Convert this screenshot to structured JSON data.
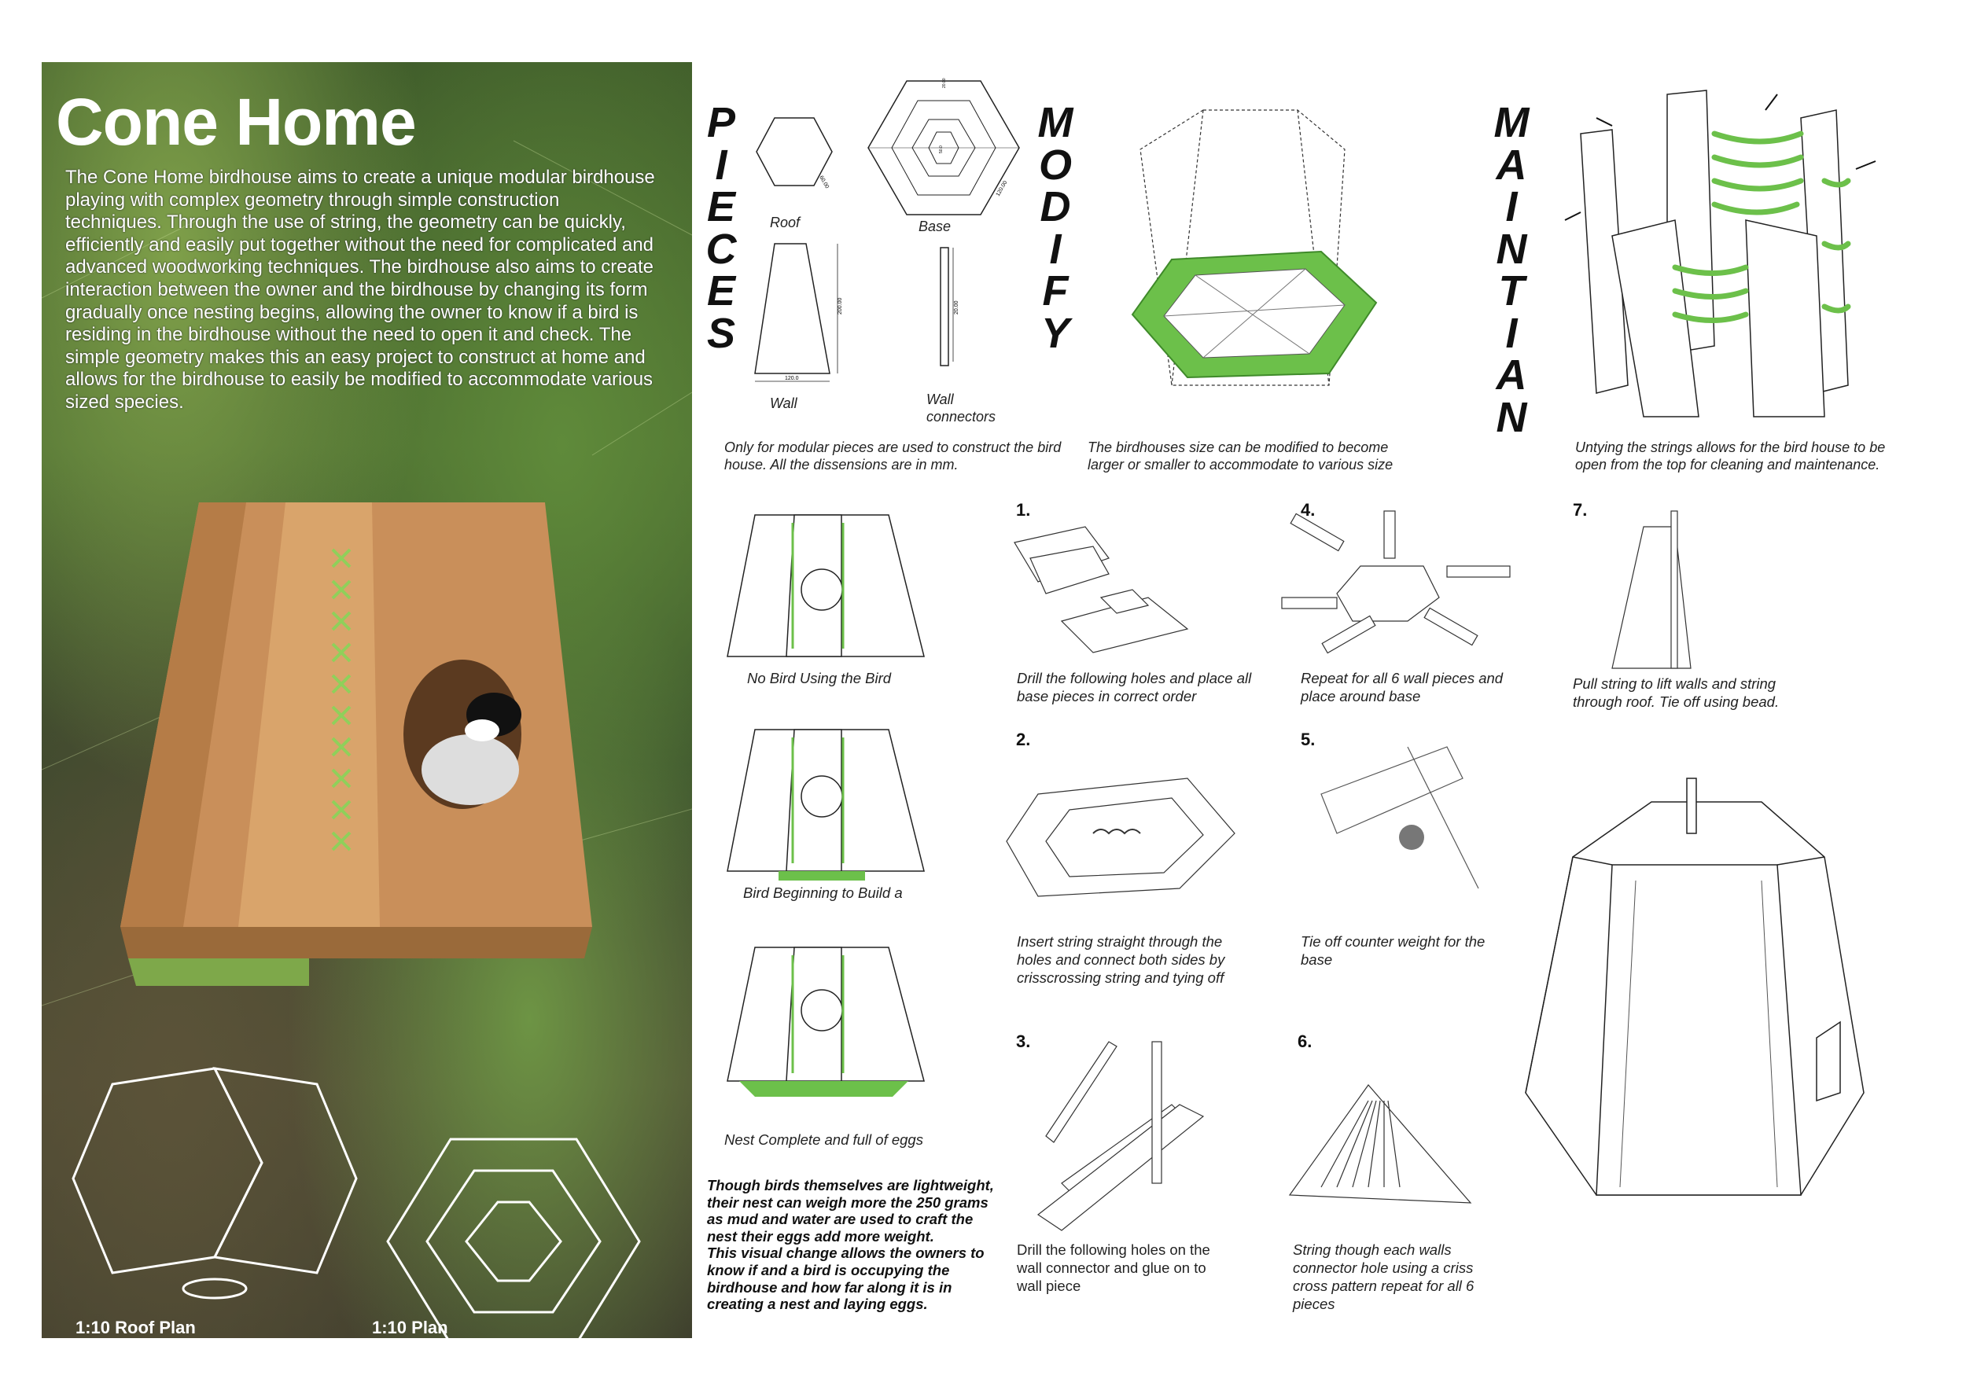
{
  "title": "Cone Home",
  "intro": "The Cone Home birdhouse aims to create a unique modular birdhouse playing with complex geometry through simple construction techniques. Through the use of string, the geometry can be quickly, efficiently and easily put together without the need for complicated and advanced woodworking techniques. The birdhouse also aims to create interaction between the owner and the birdhouse by changing its form gradually once nesting begins, allowing the owner to know if a bird is residing in the birdhouse without the need to open it and check. The simple geometry makes this an easy project to construct at home and allows for the birdhouse to easily be modified to accommodate various sized species.",
  "plans": {
    "roof_plan": "1:10 Roof Plan",
    "plan": "1:10 Plan"
  },
  "sections": {
    "pieces": {
      "letters": [
        "P",
        "I",
        "E",
        "C",
        "E",
        "S"
      ],
      "caption": "Only for modular pieces are used to construct the bird house. All the dissensions are in mm."
    },
    "modify": {
      "letters": [
        "M",
        "O",
        "D",
        "I",
        "F",
        "Y"
      ],
      "caption": "The birdhouses size can be modified to become larger or smaller to accommodate to various size"
    },
    "maintain": {
      "letters": [
        "M",
        "A",
        "I",
        "N",
        "T",
        "I",
        "A",
        "N"
      ],
      "caption": "Untying the strings allows for the bird house to be open  from the top for cleaning and maintenance."
    }
  },
  "pieces": {
    "roof": {
      "label": "Roof",
      "dim": "60.00"
    },
    "base": {
      "label": "Base",
      "dim_outer": "120.00",
      "dim_ring": "20.00",
      "dim_inner": "50.0"
    },
    "wall": {
      "label": "Wall",
      "dim_height": "200.00",
      "dim_width": "120.0"
    },
    "wall_connectors": {
      "label": "Wall connectors",
      "dim": "20.00"
    }
  },
  "nest_stages": [
    {
      "label": "No Bird Using the Bird",
      "fill": 0
    },
    {
      "label": "Bird Beginning to Build a",
      "fill": 0.4
    },
    {
      "label": "Nest Complete and full of eggs",
      "fill": 1
    }
  ],
  "weight_note": "Though birds themselves are lightweight, their nest can weigh more the 250 grams as mud and water are used to craft the nest their eggs add more weight.\nThis visual change allows the owners to know if and a bird is occupying the birdhouse and how far along it is in creating a nest and laying eggs.",
  "steps": [
    {
      "num": "1.",
      "text": "Drill the following holes and place all base pieces in correct order"
    },
    {
      "num": "2.",
      "text": "Insert string straight through the holes and connect both sides by crisscrossing string and tying off"
    },
    {
      "num": "3.",
      "text": "Drill the following holes on the wall connector and glue on to wall piece"
    },
    {
      "num": "4.",
      "text": "Repeat for all 6 wall pieces and place around base"
    },
    {
      "num": "5.",
      "text": "Tie off counter weight for the base"
    },
    {
      "num": "6.",
      "text": "String though each walls connector hole using a criss cross pattern repeat for all 6 pieces"
    },
    {
      "num": "7.",
      "text": "Pull string to lift walls and string through roof. Tie off using bead."
    }
  ],
  "colors": {
    "accent_green": "#6cc04a",
    "wood": "#c98f5a"
  }
}
